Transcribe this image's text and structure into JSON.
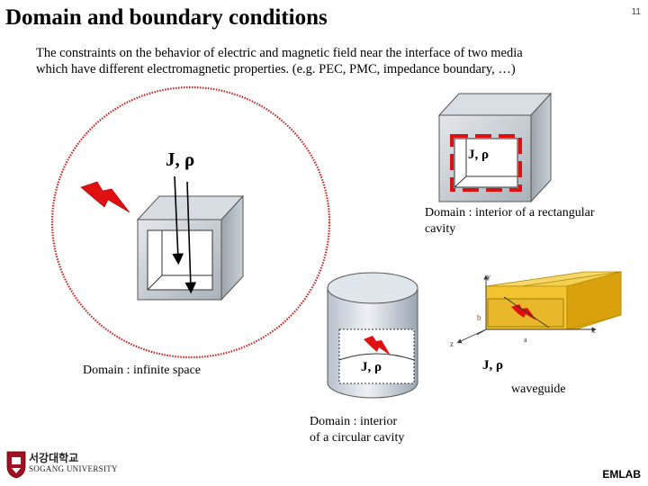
{
  "slide": {
    "title": "Domain and boundary conditions",
    "page_number": "11",
    "intro_line1": "The constraints on the behavior of electric and magnetic field near the interface of two media",
    "intro_line2": "which have different electromagnetic properties. (e.g. PEC, PMC, impedance boundary, …)"
  },
  "labels": {
    "rect_cavity_line1": "Domain : interior of a rectangular",
    "rect_cavity_line2": "cavity",
    "infinite_space": "Domain : infinite space",
    "waveguide": "waveguide",
    "circ_cavity_line1": "Domain : interior",
    "circ_cavity_line2": "of a circular cavity",
    "source_big": "J, ρ",
    "source_rect": "J, ρ",
    "source_circ": "J, ρ",
    "source_wg": "J, ρ",
    "axis_x": "x",
    "axis_y": "y",
    "axis_z": "z",
    "dim_a": "a",
    "dim_b": "b"
  },
  "footer": {
    "brand": "EMLAB",
    "university_korean": "서강대학교",
    "university_english": "SOGANG UNIVERSITY"
  },
  "icons": [
    "lightning-icon",
    "university-seal-icon"
  ],
  "colors": {
    "boundary_red": "#cc2222",
    "cube_gray": "#b8c0c8",
    "waveguide_gold": "#f0c020",
    "lightning_red": "#e01010"
  }
}
